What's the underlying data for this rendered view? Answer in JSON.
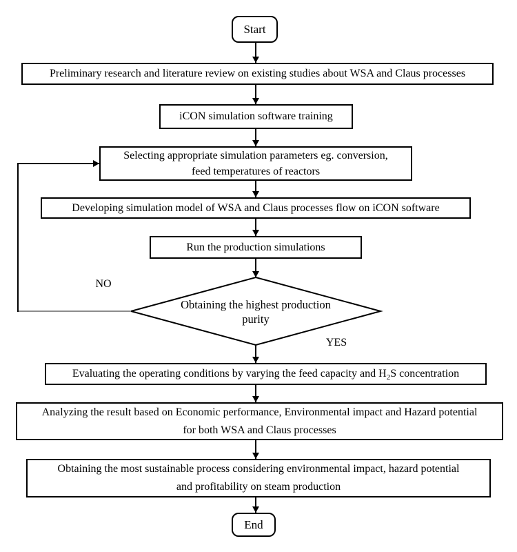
{
  "flowchart": {
    "terminals": {
      "start": "Start",
      "end": "End"
    },
    "steps": {
      "preliminary": "Preliminary research and literature review on existing studies about WSA and Claus processes",
      "icon_training": "iCON simulation software training",
      "selecting_line1": "Selecting appropriate simulation parameters eg. conversion,",
      "selecting_line2": "feed temperatures of reactors",
      "developing": "Developing simulation model of WSA and Claus processes flow on iCON software",
      "run": "Run the production simulations",
      "decision_line1": "Obtaining the highest",
      "decision_line2": "production purity",
      "evaluating_pre": "Evaluating the operating conditions by varying the feed capacity and H",
      "evaluating_sub": "2",
      "evaluating_post": "S concentration",
      "analyzing_line1": "Analyzing the result based on Economic performance, Environmental impact and Hazard potential",
      "analyzing_line2": "for both WSA and Claus processes",
      "obtaining_line1": "Obtaining the most sustainable process considering environmental impact, hazard potential",
      "obtaining_line2": "and profitability on steam production"
    },
    "branch_labels": {
      "no": "NO",
      "yes": "YES"
    },
    "colors": {
      "line": "#000000",
      "loop_return_segment": "#8c8c8c",
      "background": "#ffffff",
      "box_border": "#000000"
    }
  }
}
